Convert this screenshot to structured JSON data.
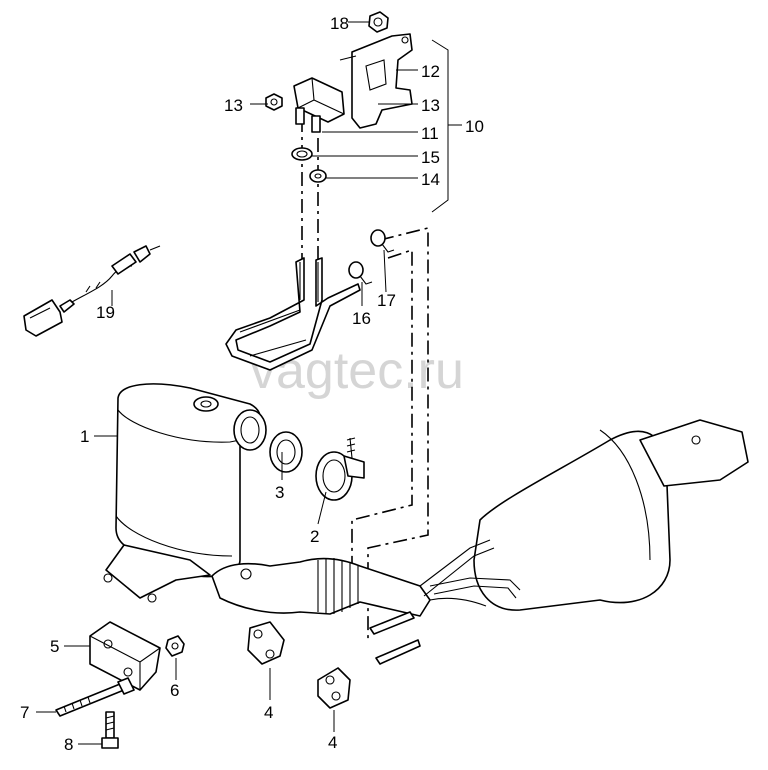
{
  "watermark": "vagtec.ru",
  "callouts": {
    "c1": "1",
    "c2": "2",
    "c3": "3",
    "c4a": "4",
    "c4b": "4",
    "c5": "5",
    "c6": "6",
    "c7": "7",
    "c8": "8",
    "c10": "10",
    "c11": "11",
    "c12": "12",
    "c13a": "13",
    "c13b": "13",
    "c14": "14",
    "c15": "15",
    "c16": "16",
    "c17": "17",
    "c18": "18",
    "c19": "19"
  }
}
